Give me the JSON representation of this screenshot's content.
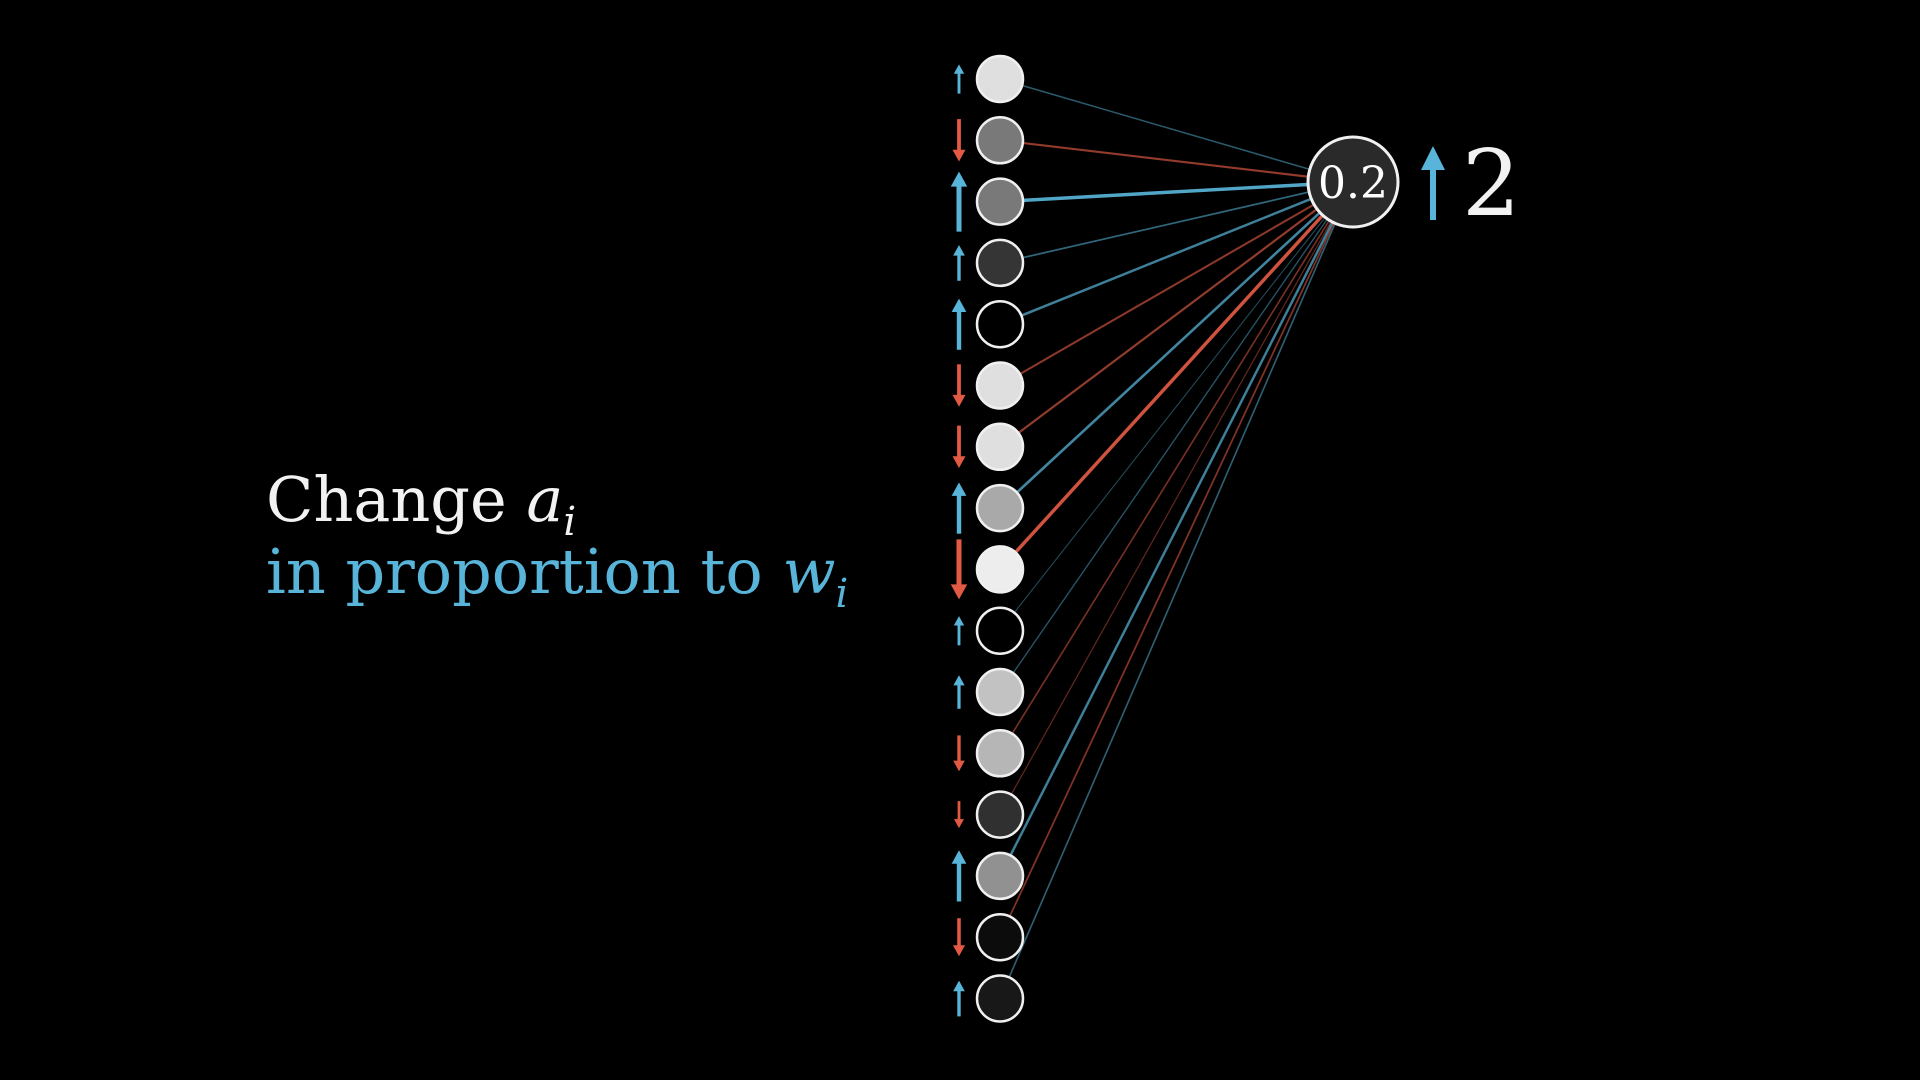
{
  "caption": {
    "line1_text": "Change ",
    "line1_var": "a",
    "line1_sub": "i",
    "line2_text": "in proportion to ",
    "line2_var": "w",
    "line2_sub": "i"
  },
  "output_neuron": {
    "activation_label": "0.2",
    "desired_change": "increase",
    "change_magnitude_label": "2"
  },
  "input_neurons": [
    {
      "activation": 0.92,
      "weight": 0.25,
      "nudge": 0.3
    },
    {
      "activation": 0.5,
      "weight": -0.5,
      "nudge": -0.6
    },
    {
      "activation": 0.5,
      "weight": 0.95,
      "nudge": 1.0
    },
    {
      "activation": 0.22,
      "weight": 0.35,
      "nudge": 0.45
    },
    {
      "activation": 0.0,
      "weight": 0.6,
      "nudge": 0.8
    },
    {
      "activation": 0.92,
      "weight": -0.45,
      "nudge": -0.6
    },
    {
      "activation": 0.92,
      "weight": -0.5,
      "nudge": -0.6
    },
    {
      "activation": 0.7,
      "weight": 0.65,
      "nudge": 0.8
    },
    {
      "activation": 0.98,
      "weight": -0.95,
      "nudge": -1.0
    },
    {
      "activation": 0.0,
      "weight": 0.1,
      "nudge": 0.3
    },
    {
      "activation": 0.8,
      "weight": 0.2,
      "nudge": 0.4
    },
    {
      "activation": 0.75,
      "weight": -0.3,
      "nudge": -0.45
    },
    {
      "activation": 0.2,
      "weight": -0.15,
      "nudge": -0.25
    },
    {
      "activation": 0.6,
      "weight": 0.6,
      "nudge": 0.8
    },
    {
      "activation": 0.05,
      "weight": -0.35,
      "nudge": -0.5
    },
    {
      "activation": 0.1,
      "weight": 0.3,
      "nudge": 0.45
    }
  ],
  "colors": {
    "background": "#000000",
    "positive": "#58b4d8",
    "negative": "#e25a44",
    "neuron_outline": "#f0f0f0",
    "caption_primary": "#f2f2f2",
    "caption_accent": "#58b4d8"
  }
}
